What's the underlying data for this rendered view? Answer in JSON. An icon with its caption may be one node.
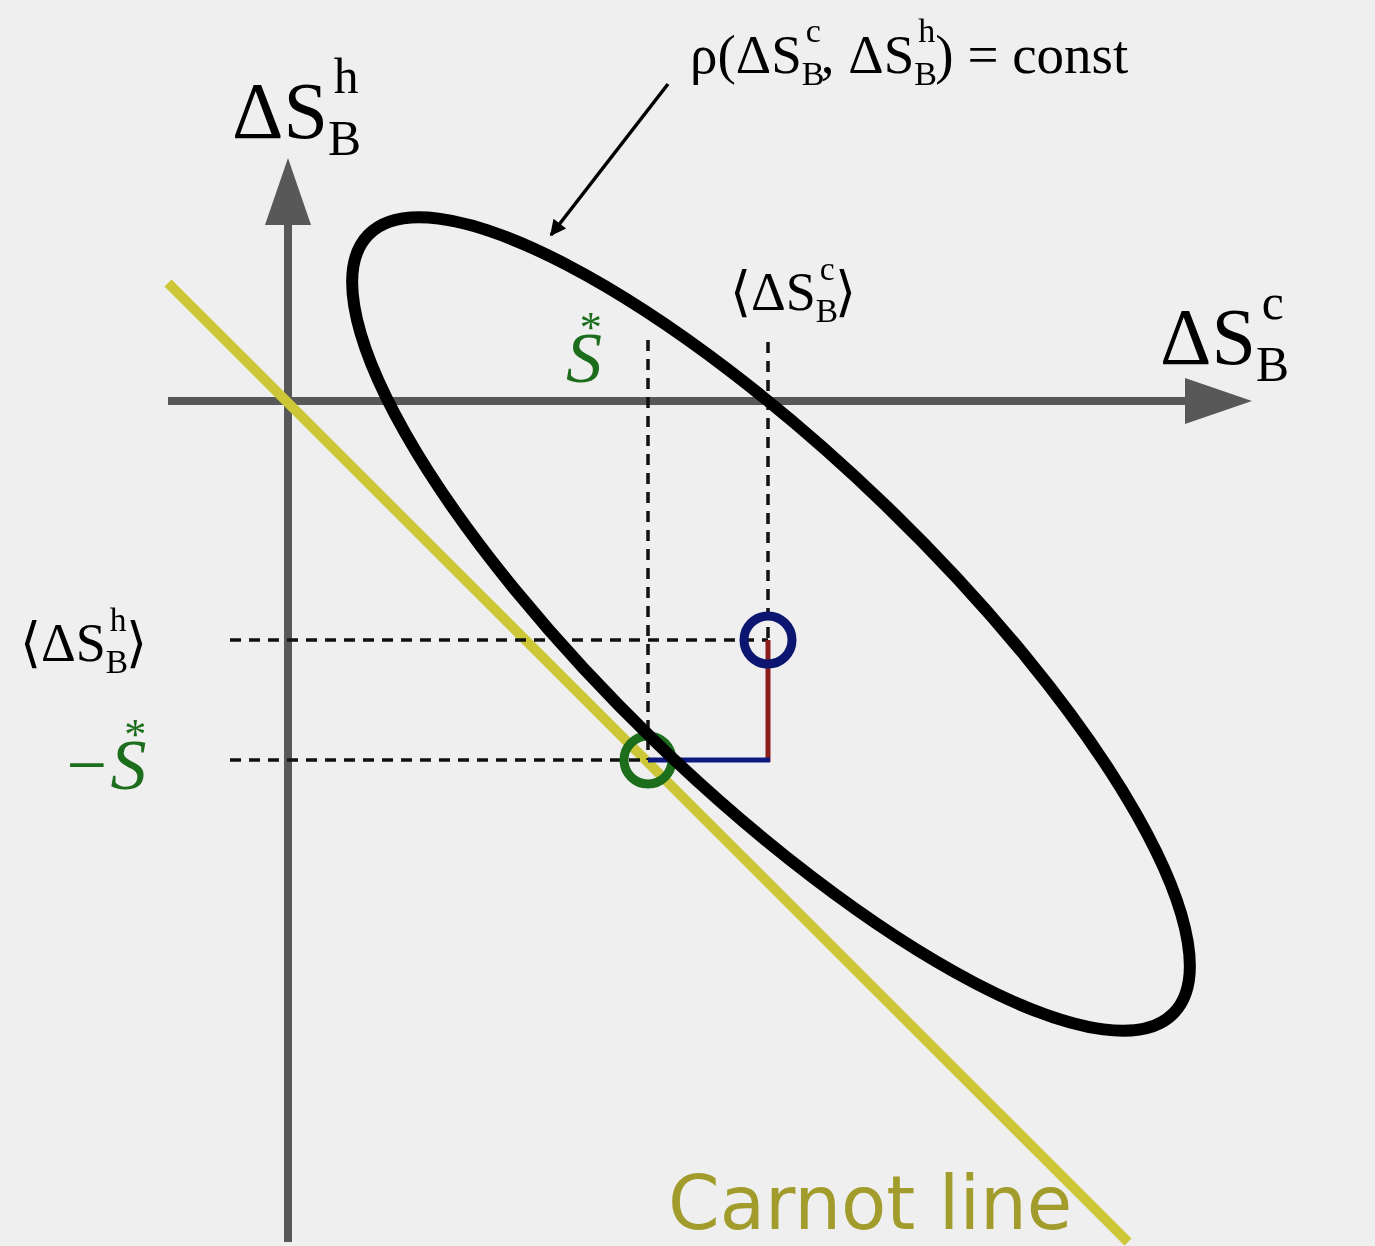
{
  "diagram": {
    "nodes": [
      {
        "text": [
          "ρ(ΔS$_{B}$$^{c}$, ΔS$_{B}$$^{h}$) = const"
        ]
      },
      {
        "text": [],
        "shape": "ellipse"
      }
    ],
    "edges": [
      {
        "from": 0,
        "to": 1,
        "arrow": "to"
      }
    ],
    "labels": [
      "ΔS$_{B}$$^{h}$",
      "⟨ΔS$_{B}$$^{c}$⟩",
      "ΔS$_{B}$$^{c}$",
      "S$^{*}$",
      "⟨ΔS$_{B}$$^{h}$⟩",
      "−S$^{*}$",
      "Carnot line"
    ]
  }
}
